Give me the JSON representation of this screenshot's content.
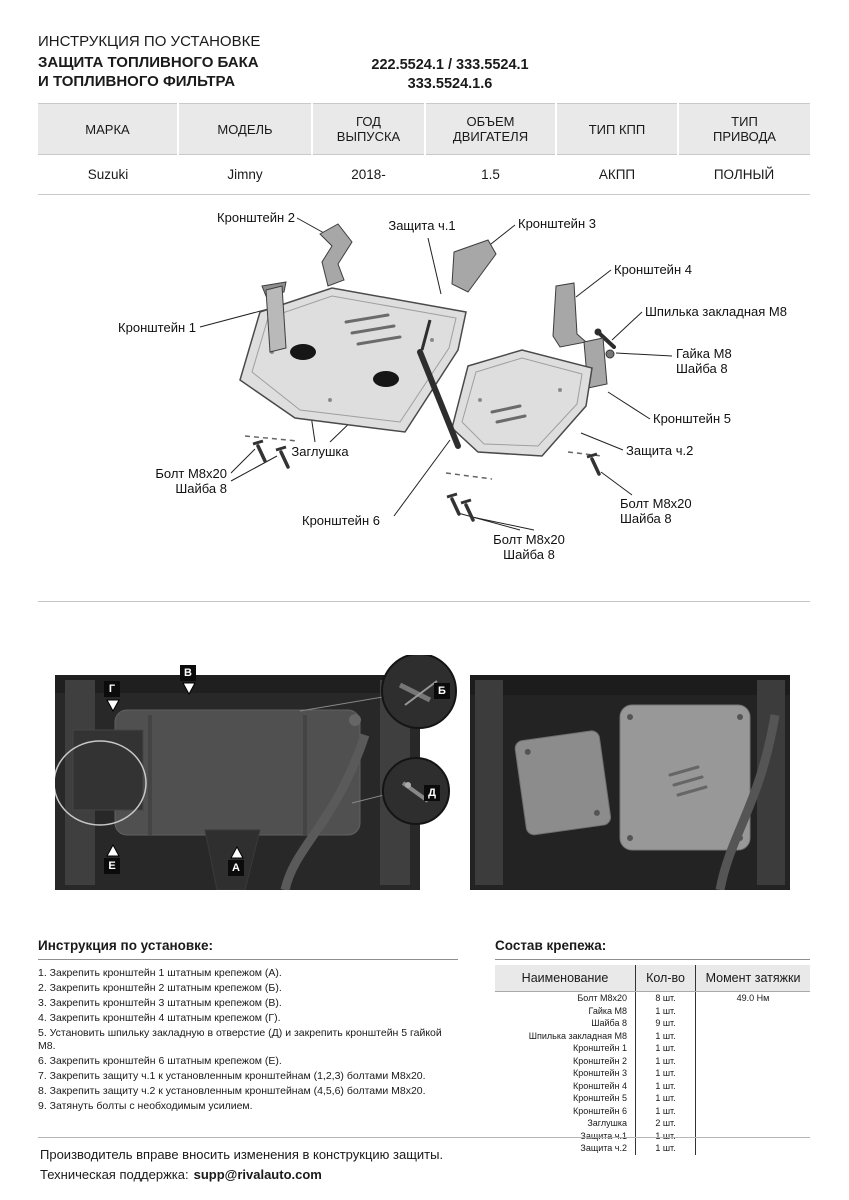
{
  "header": {
    "doc_type": "ИНСТРУКЦИЯ ПО УСТАНОВКЕ",
    "title_line1": "ЗАЩИТА ТОПЛИВНОГО БАКА",
    "title_line2": "И ТОПЛИВНОГО ФИЛЬТРА",
    "part_numbers_line1": "222.5524.1 / 333.5524.1",
    "part_numbers_line2": "333.5524.1.6"
  },
  "vehicle_table": {
    "headers": [
      "МАРКА",
      "МОДЕЛЬ",
      "ГОД\nВЫПУСКА",
      "ОБЪЕМ\nДВИГАТЕЛЯ",
      "ТИП КПП",
      "ТИП\nПРИВОДА"
    ],
    "row": [
      "Suzuki",
      "Jimny",
      "2018-",
      "1.5",
      "АКПП",
      "ПОЛНЫЙ"
    ]
  },
  "diagram": {
    "labels": [
      {
        "line1": "Кронштейн 2"
      },
      {
        "line1": "Защита ч.1"
      },
      {
        "line1": "Кронштейн 3"
      },
      {
        "line1": "Кронштейн 4"
      },
      {
        "line1": "Шпилька закладная М8"
      },
      {
        "line1": "Кронштейн 1"
      },
      {
        "line1": "Гайка М8",
        "line2": "Шайба 8"
      },
      {
        "line1": "Кронштейн 5"
      },
      {
        "line1": "Защита ч.2"
      },
      {
        "line1": "Заглушка"
      },
      {
        "line1": "Болт М8х20",
        "line2": "Шайба 8"
      },
      {
        "line1": "Кронштейн 6"
      },
      {
        "line1": "Болт М8х20",
        "line2": "Шайба 8"
      },
      {
        "line1": "Болт М8х20",
        "line2": "Шайба 8"
      }
    ]
  },
  "photos": {
    "callouts": [
      {
        "letter": "Г"
      },
      {
        "letter": "В"
      },
      {
        "letter": "Б"
      },
      {
        "letter": "Д"
      },
      {
        "letter": "Е"
      },
      {
        "letter": "А"
      }
    ]
  },
  "instructions": {
    "title": "Инструкция по установке:",
    "steps": [
      "1. Закрепить кронштейн 1 штатным крепежом (А).",
      "2. Закрепить кронштейн 2 штатным крепежом (Б).",
      "3. Закрепить кронштейн 3 штатным крепежом (В).",
      "4. Закрепить кронштейн 4 штатным крепежом (Г).",
      "5. Установить шпильку закладную в отверстие (Д) и закрепить кронштейн 5 гайкой М8.",
      "6. Закрепить кронштейн 6 штатным крепежом (Е).",
      "7. Закрепить защиту ч.1 к установленным кронштейнам (1,2,3) болтами М8х20.",
      "8. Закрепить защиту ч.2 к установленным кронштейнам (4,5,6) болтами М8х20.",
      "9. Затянуть болты с необходимым усилием."
    ]
  },
  "kit": {
    "title": "Состав крепежа:",
    "headers": [
      "Наименование",
      "Кол-во",
      "Момент затяжки"
    ],
    "rows": [
      {
        "name": "Болт М8х20",
        "qty": "8 шт.",
        "torque": "49.0 Нм"
      },
      {
        "name": "Гайка М8",
        "qty": "1 шт.",
        "torque": ""
      },
      {
        "name": "Шайба 8",
        "qty": "9 шт.",
        "torque": ""
      },
      {
        "name": "Шпилька закладная М8",
        "qty": "1 шт.",
        "torque": ""
      },
      {
        "name": "Кронштейн 1",
        "qty": "1 шт.",
        "torque": ""
      },
      {
        "name": "Кронштейн 2",
        "qty": "1 шт.",
        "torque": ""
      },
      {
        "name": "Кронштейн 3",
        "qty": "1 шт.",
        "torque": ""
      },
      {
        "name": "Кронштейн 4",
        "qty": "1 шт.",
        "torque": ""
      },
      {
        "name": "Кронштейн 5",
        "qty": "1 шт.",
        "torque": ""
      },
      {
        "name": "Кронштейн 6",
        "qty": "1 шт.",
        "torque": ""
      },
      {
        "name": "Заглушка",
        "qty": "2 шт.",
        "torque": ""
      },
      {
        "name": "Защита ч.1",
        "qty": "1 шт.",
        "torque": ""
      },
      {
        "name": "Защита ч.2",
        "qty": "1 шт.",
        "torque": ""
      }
    ]
  },
  "footer": {
    "line1": "Производитель вправе вносить изменения в конструкцию защиты.",
    "support_label": "Техническая поддержка:",
    "support_email": "supp@rivalauto.com"
  },
  "colors": {
    "table_header_bg": "#e9e9e9",
    "photo_bg": "#262626",
    "text": "#1a1a1a"
  }
}
